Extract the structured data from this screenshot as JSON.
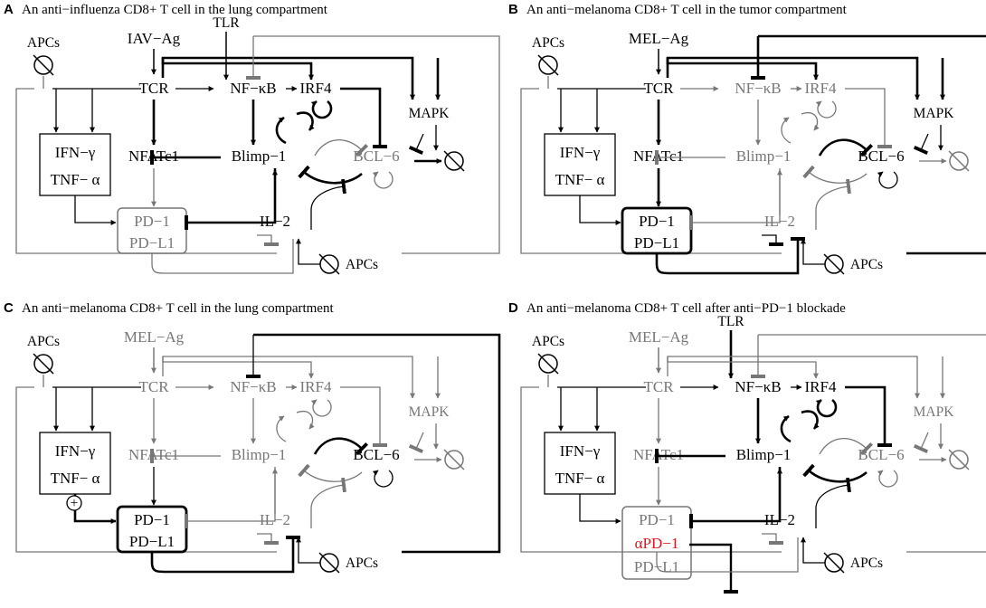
{
  "colors": {
    "active": "#000000",
    "inactive": "#777777",
    "highlight": "#e0161c"
  },
  "panels": [
    {
      "letter": "A",
      "title": "An anti−influenza CD8+ T cell in the lung compartment",
      "labels": {
        "apcs": "APCs",
        "ag": "IAV−Ag",
        "tlr": "TLR",
        "tcr": "TCR",
        "nfkb": "NF−κB",
        "irf4": "IRF4",
        "mapk": "MAPK",
        "ifng": "IFN−γ",
        "tnfa": "TNF− α",
        "nfatc1": "NFATc1",
        "blimp1": "Blimp−1",
        "bcl6": "BCL−6",
        "pd1": "PD−1",
        "pdl1": "PD−L1",
        "il2": "IL−2",
        "apcs2": "APCs"
      }
    },
    {
      "letter": "B",
      "title": "An anti−melanoma CD8+ T cell in the tumor compartment",
      "labels": {
        "apcs": "APCs",
        "ag": "MEL−Ag",
        "tcr": "TCR",
        "nfkb": "NF−κB",
        "irf4": "IRF4",
        "mapk": "MAPK",
        "ifng": "IFN−γ",
        "tnfa": "TNF− α",
        "nfatc1": "NFATc1",
        "blimp1": "Blimp−1",
        "bcl6": "BCL−6",
        "pd1": "PD−1",
        "pdl1": "PD−L1",
        "il2": "IL−2",
        "apcs2": "APCs"
      }
    },
    {
      "letter": "C",
      "title": "An anti−melanoma CD8+ T cell in the lung compartment",
      "labels": {
        "apcs": "APCs",
        "ag": "MEL−Ag",
        "tcr": "TCR",
        "nfkb": "NF−κB",
        "irf4": "IRF4",
        "mapk": "MAPK",
        "ifng": "IFN−γ",
        "tnfa": "TNF− α",
        "nfatc1": "NFATc1",
        "blimp1": "Blimp−1",
        "bcl6": "BCL−6",
        "pd1": "PD−1",
        "pdl1": "PD−L1",
        "il2": "IL−2",
        "apcs2": "APCs",
        "plus": "+"
      }
    },
    {
      "letter": "D",
      "title": "An anti−melanoma CD8+ T cell after anti−PD−1 blockade",
      "labels": {
        "apcs": "APCs",
        "ag": "MEL−Ag",
        "tlr": "TLR",
        "tcr": "TCR",
        "nfkb": "NF−κB",
        "irf4": "IRF4",
        "mapk": "MAPK",
        "ifng": "IFN−γ",
        "tnfa": "TNF− α",
        "nfatc1": "NFATc1",
        "blimp1": "Blimp−1",
        "bcl6": "BCL−6",
        "pd1": "PD−1",
        "apd1": "αPD−1",
        "pdl1": "PD−L1",
        "il2": "IL−2",
        "apcs2": "APCs"
      }
    }
  ]
}
